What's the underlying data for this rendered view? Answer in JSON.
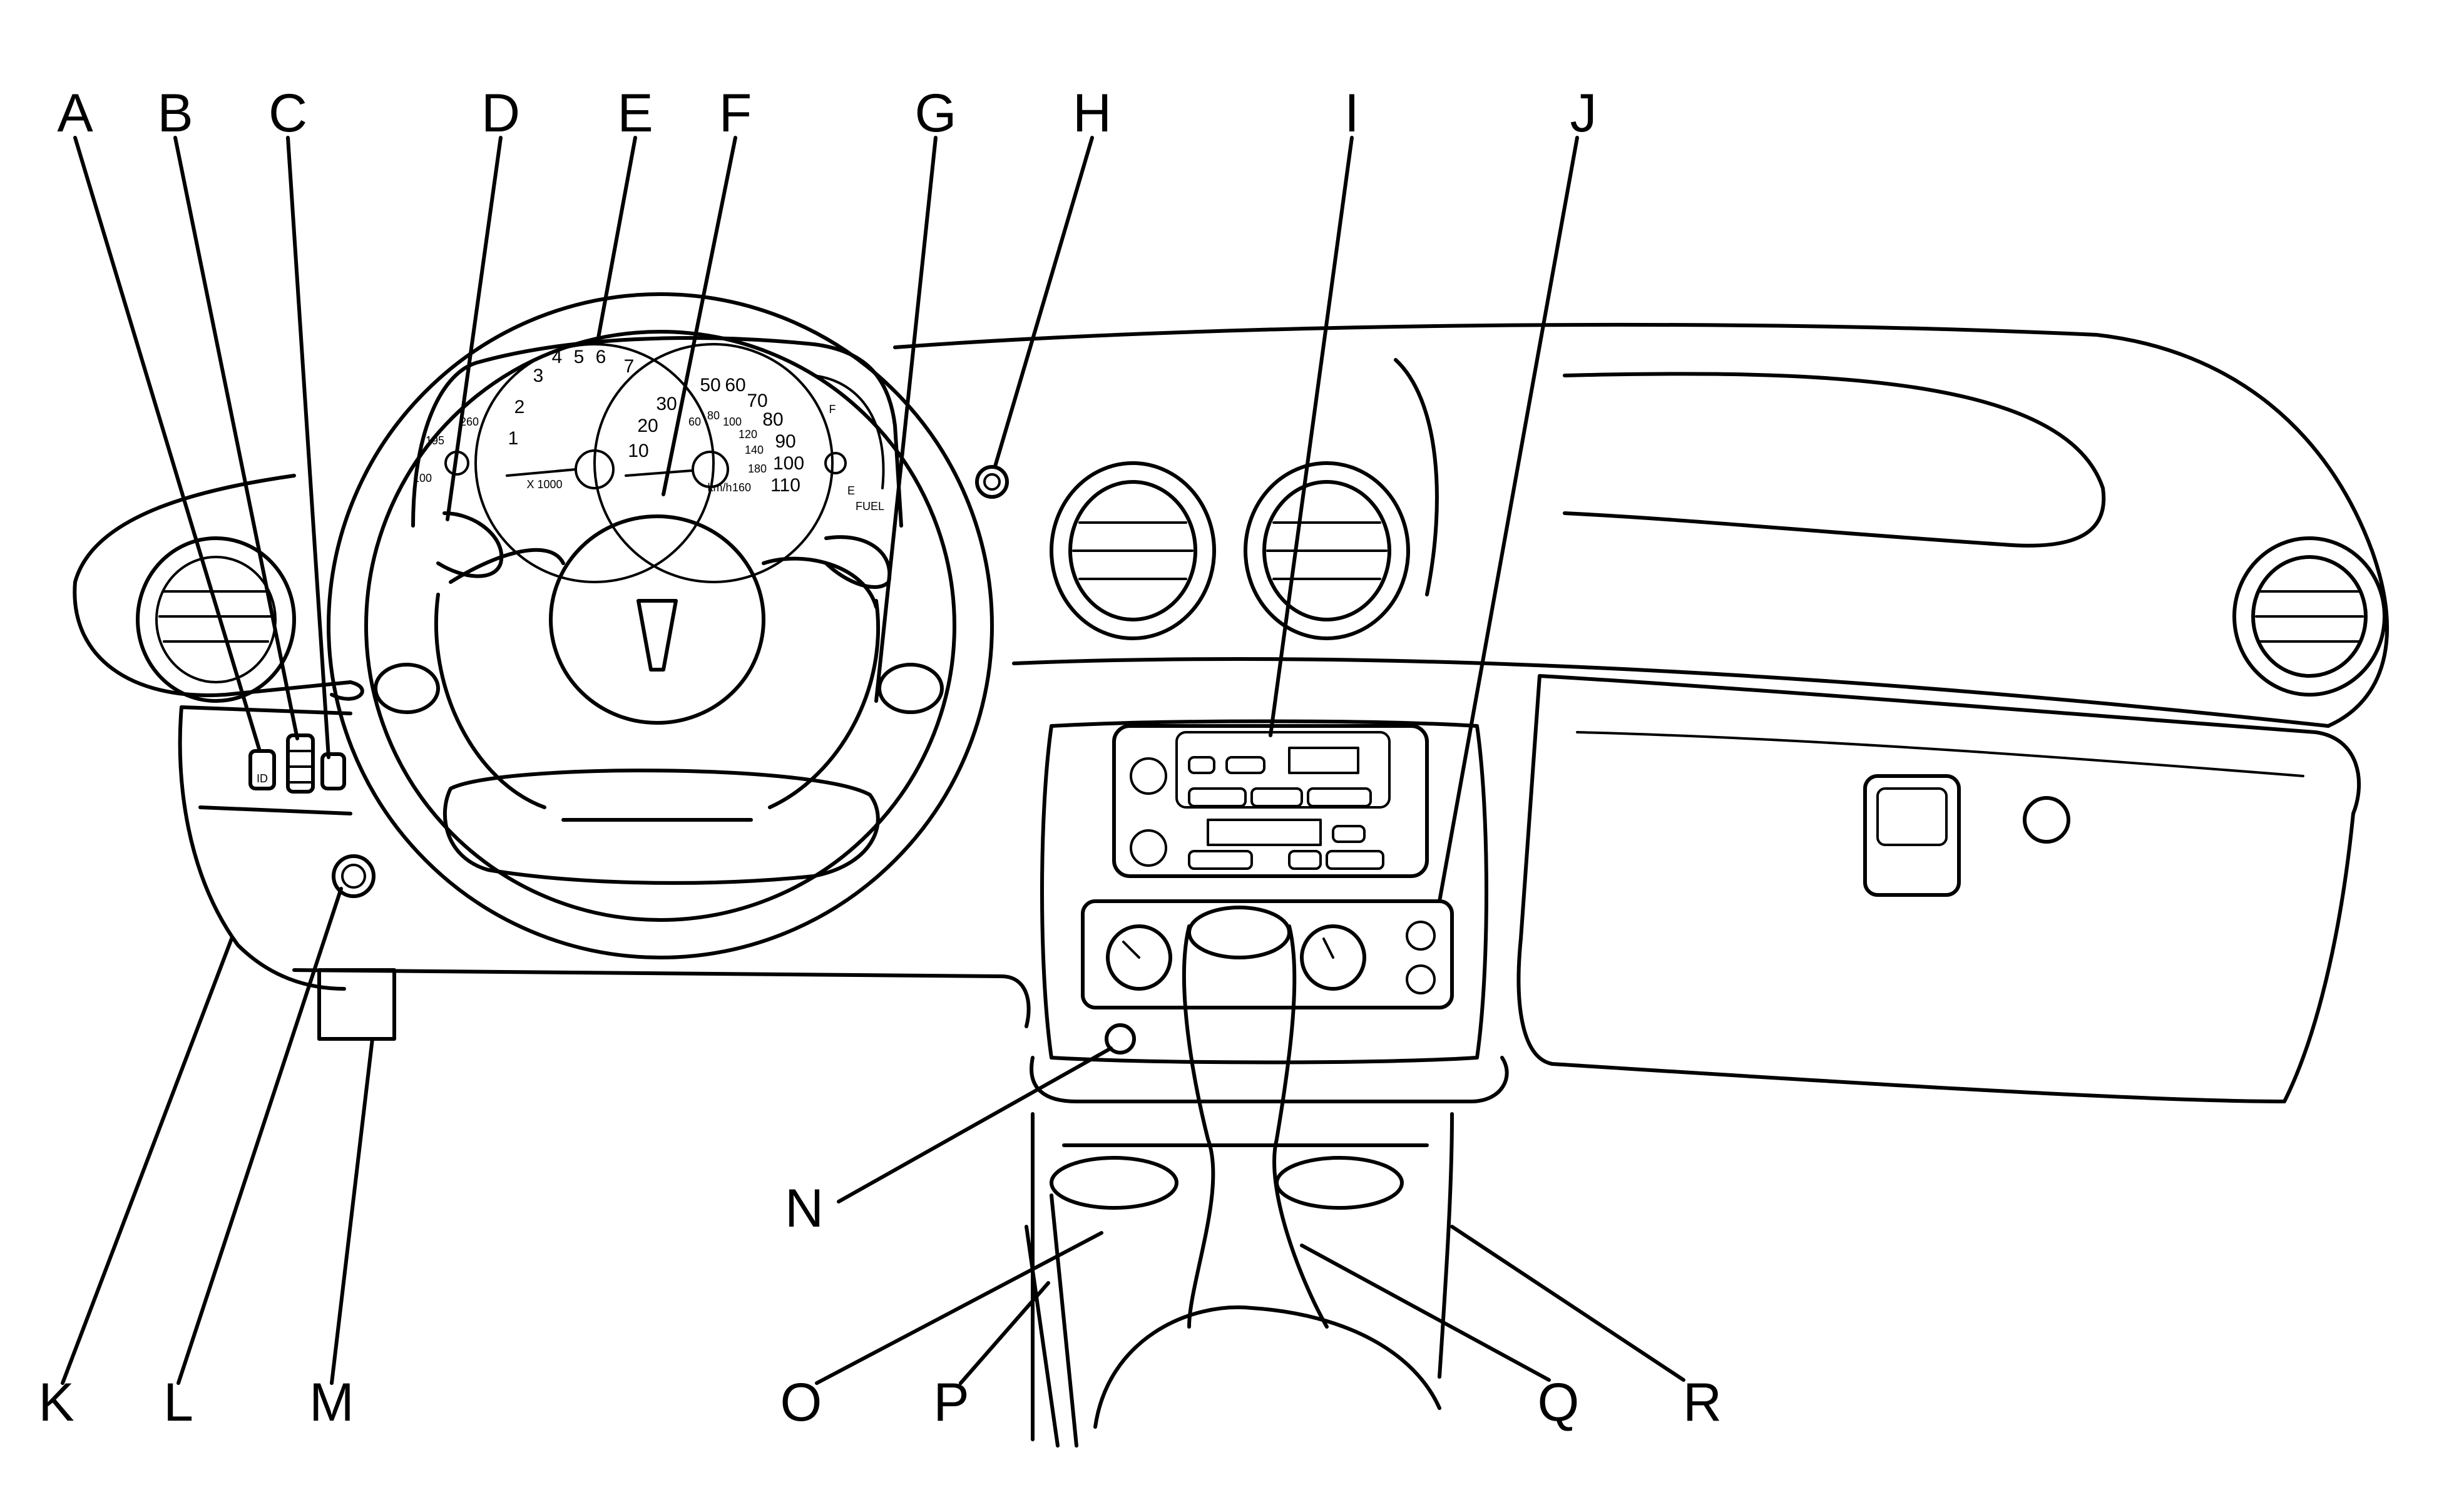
{
  "callouts": [
    "A",
    "B",
    "C",
    "D",
    "E",
    "F",
    "G",
    "H",
    "I",
    "J",
    "K",
    "L",
    "M",
    "N",
    "O",
    "P",
    "Q",
    "R"
  ],
  "tachometer": {
    "numbers": [
      "1",
      "2",
      "3",
      "4",
      "5",
      "6",
      "7"
    ],
    "multiplier": "X 1000"
  },
  "speedometer": {
    "mph_numbers": [
      "10",
      "20",
      "30",
      "50",
      "60",
      "70",
      "80",
      "90",
      "100",
      "110"
    ],
    "kmh_numbers": [
      "60",
      "80",
      "100",
      "120",
      "140",
      "160",
      "180"
    ],
    "unit": "km/h"
  },
  "temp_gauge": {
    "numbers": [
      "260",
      "195",
      "100"
    ]
  },
  "fuel_gauge": {
    "full": "F",
    "empty": "E",
    "label": "FUEL"
  },
  "switch_label": "ID"
}
